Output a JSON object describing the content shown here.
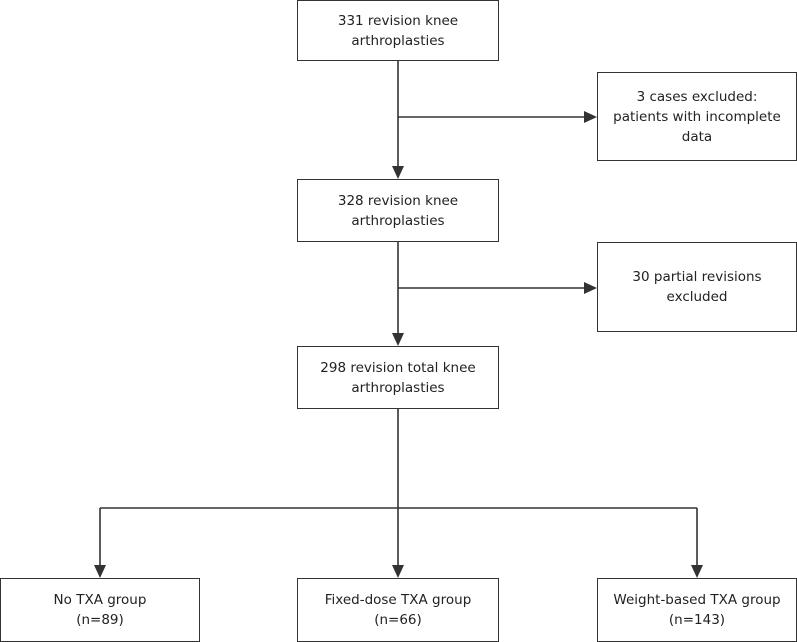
{
  "boxes": {
    "total_initial": {
      "line1": "331 revision knee",
      "line2": "arthroplasties"
    },
    "excluded_incomplete": {
      "line1": "3 cases excluded:",
      "line2": "patients with incomplete",
      "line3": "data"
    },
    "after_exclusion": {
      "line1": "328 revision knee",
      "line2": "arthroplasties"
    },
    "excluded_partial": {
      "line1": "30 partial revisions",
      "line2": "excluded"
    },
    "total_knee": {
      "line1": "298 revision total knee",
      "line2": "arthroplasties"
    },
    "no_txa": {
      "line1": "No TXA group",
      "line2": "(n=89)"
    },
    "fixed_dose": {
      "line1": "Fixed-dose TXA group",
      "line2": "(n=66)"
    },
    "weight_based": {
      "line1": "Weight-based TXA group",
      "line2": "(n=143)"
    }
  },
  "colors": {
    "stroke": "#333333",
    "text": "#222222",
    "background": "#ffffff"
  }
}
